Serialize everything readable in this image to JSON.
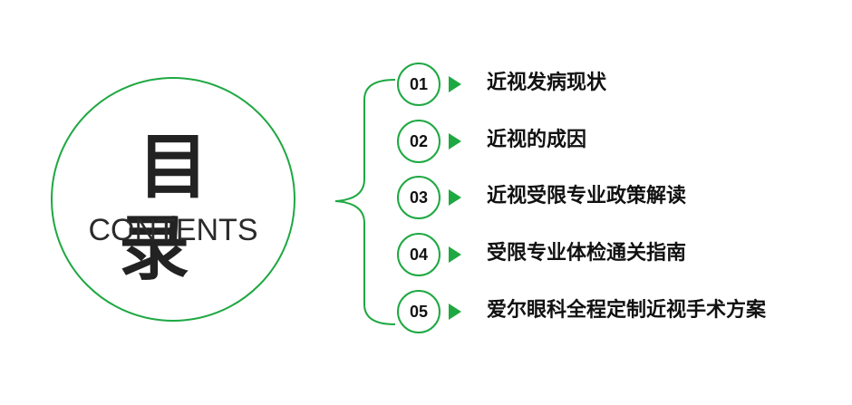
{
  "title": {
    "cn": "目 录",
    "en": "CONTENTS"
  },
  "colors": {
    "accent": "#1ea842",
    "text": "#222222"
  },
  "items": [
    {
      "num": "01",
      "label": "近视发病现状"
    },
    {
      "num": "02",
      "label": "近视的成因"
    },
    {
      "num": "03",
      "label": "近视受限专业政策解读"
    },
    {
      "num": "04",
      "label": "受限专业体检通关指南"
    },
    {
      "num": "05",
      "label": "爱尔眼科全程定制近视手术方案"
    }
  ]
}
